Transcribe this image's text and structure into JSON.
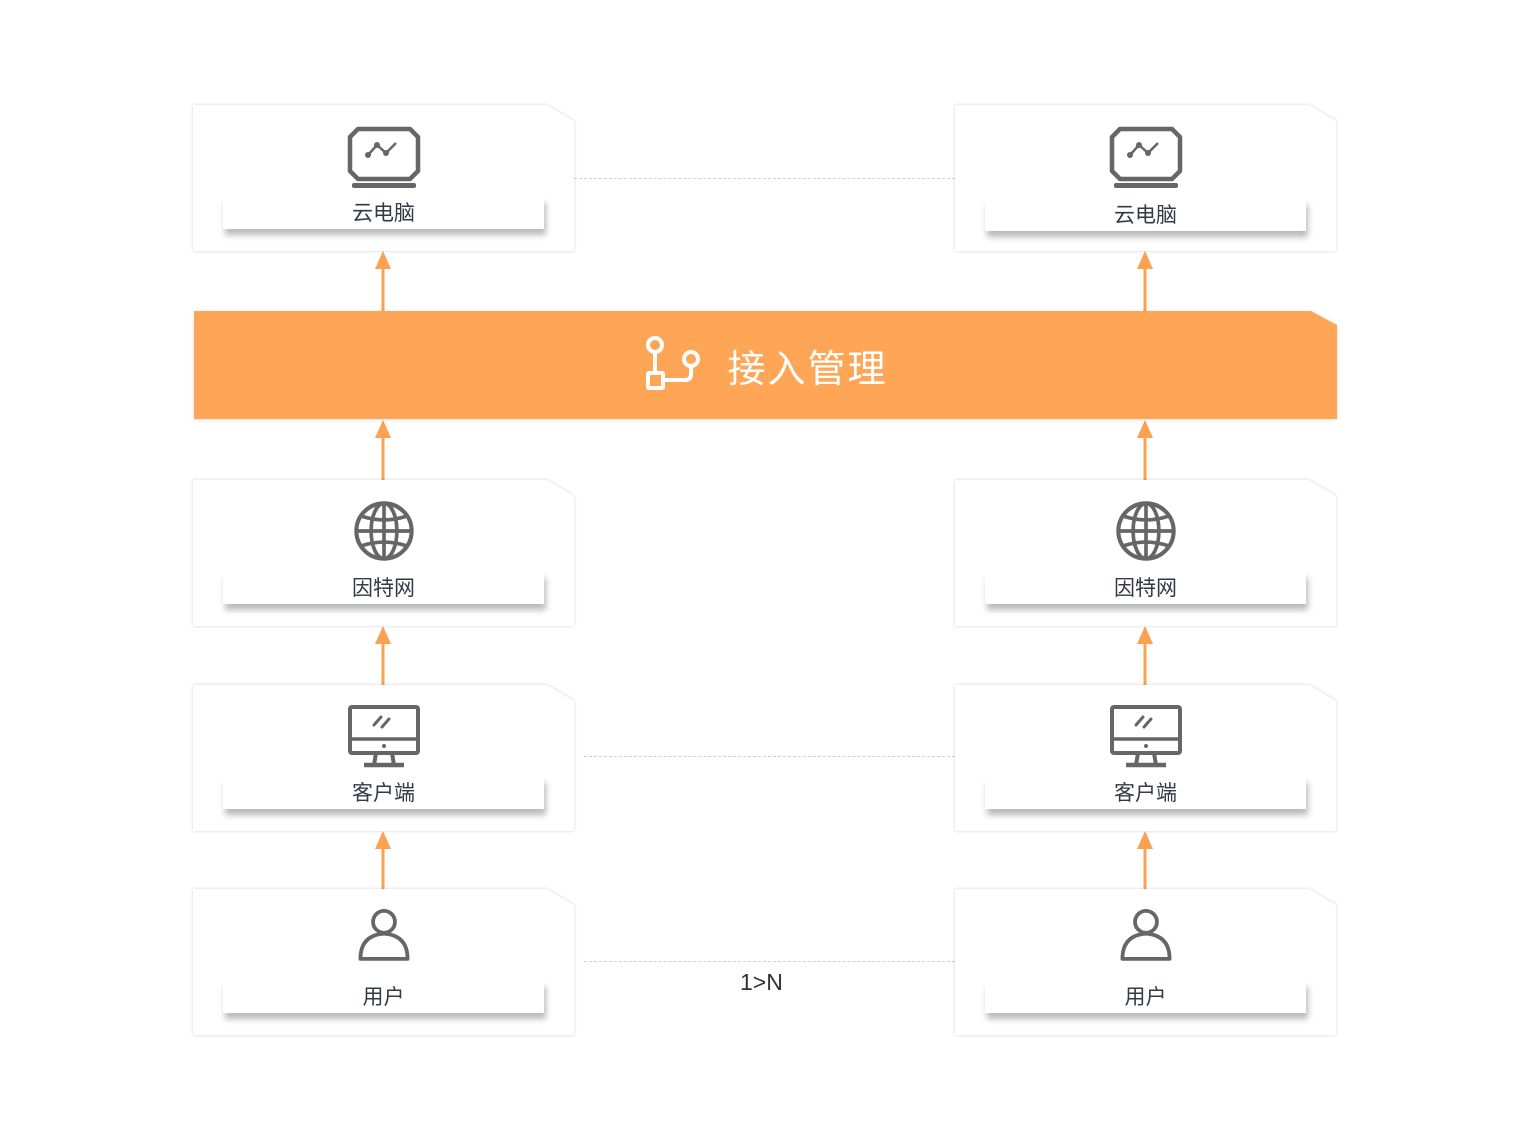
{
  "banner": {
    "title": "接入管理",
    "icon": "access-branch-icon",
    "color": "#fea655"
  },
  "columns": [
    {
      "side": "left",
      "nodes": [
        {
          "key": "cloud",
          "label": "云电脑",
          "icon": "cloud-desktop-icon"
        },
        {
          "key": "internet",
          "label": "因特网",
          "icon": "globe-icon"
        },
        {
          "key": "client",
          "label": "客户端",
          "icon": "monitor-icon"
        },
        {
          "key": "user",
          "label": "用户",
          "icon": "user-icon"
        }
      ]
    },
    {
      "side": "right",
      "nodes": [
        {
          "key": "cloud",
          "label": "云电脑",
          "icon": "cloud-desktop-icon"
        },
        {
          "key": "internet",
          "label": "因特网",
          "icon": "globe-icon"
        },
        {
          "key": "client",
          "label": "客户端",
          "icon": "monitor-icon"
        },
        {
          "key": "user",
          "label": "用户",
          "icon": "user-icon"
        }
      ]
    }
  ],
  "relation": {
    "label": "1>N"
  },
  "colors": {
    "arrow": "#fba152",
    "icon": "#666666",
    "text": "#333a46"
  }
}
